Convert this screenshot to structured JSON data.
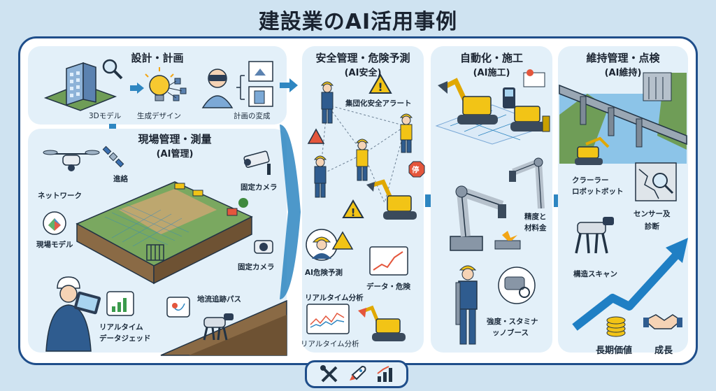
{
  "title": "建設業のAI活用事例",
  "design": {
    "title": "設計・計画",
    "labels": {
      "model3d": "3Dモデル",
      "generative": "生成デザイン",
      "plan_change": "計画の変成"
    }
  },
  "site": {
    "title": "現場管理・測量",
    "subtitle": "(AI管理)",
    "labels": {
      "network": "ネットワーク",
      "progress": "進絡",
      "fixed_camera_1": "固定カメラ",
      "site_model": "現場モデル",
      "fixed_camera_2": "固定カメラ",
      "ground_path": "地流追跡パス",
      "realtime_data_1": "リアルタイム",
      "realtime_data_2": "データジェッド"
    }
  },
  "safety": {
    "title": "安全管理・危険予測",
    "subtitle": "(AI安全)",
    "labels": {
      "group_alert": "集団化安全アラート",
      "stop_sign": "停",
      "ai_risk": "AI危険予測",
      "data_risk": "データ・危険",
      "realtime_analysis_1": "リアルタイム分析",
      "realtime_analysis_2": "リアルタイム分析"
    }
  },
  "automation": {
    "title": "自動化・施工",
    "subtitle": "(AI施工)",
    "labels": {
      "precision_1": "精度と",
      "precision_2": "材料金",
      "strength_1": "強度・スタミナ",
      "strength_2": "ッノブース"
    }
  },
  "maintenance": {
    "title": "維持管理・点検",
    "subtitle": "(AI維持)",
    "labels": {
      "crawler_1": "クラーラー",
      "crawler_2": "ロボットボット",
      "sensor_1": "センサー及",
      "sensor_2": "診断",
      "structure_scan": "構造スキャン",
      "long_term": "長期価値",
      "growth": "成長"
    }
  },
  "colors": {
    "frame": "#1f4e8a",
    "panel": "#e3f0f9",
    "arrow": "#2e86c1",
    "safety_yellow": "#f2c416",
    "growth_arrow": "#1f7fc4"
  },
  "footer": {
    "icons": [
      "tools-icon",
      "rocket-icon",
      "growth-chart-icon"
    ]
  }
}
